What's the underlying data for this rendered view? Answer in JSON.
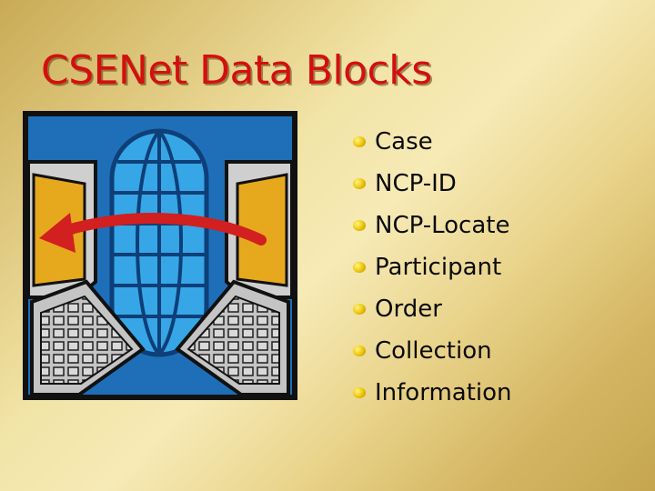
{
  "slide": {
    "title": "CSENet Data Blocks",
    "bullets": [
      "Case",
      "NCP-ID",
      "NCP-Locate",
      "Participant",
      "Order",
      "Collection",
      "Information"
    ]
  },
  "clipart": {
    "icon": "network-computers-globe-icon"
  },
  "colors": {
    "title": "#d40f0f",
    "bullet_dot": "#f2cc12",
    "clipart_background": "#1f6fb8",
    "globe": "#37a6e6",
    "screen": "#e6a81d",
    "arrow": "#d21f1f"
  }
}
